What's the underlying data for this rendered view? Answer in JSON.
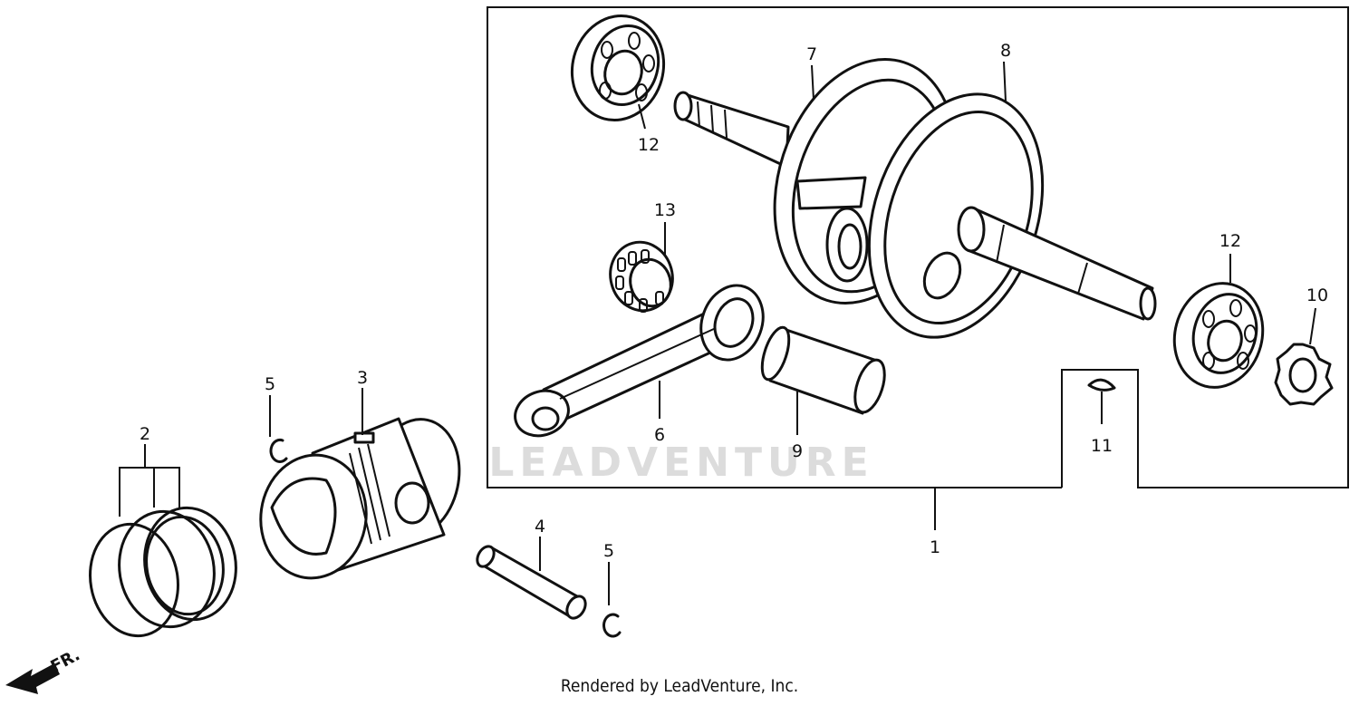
{
  "callouts": {
    "c1": "1",
    "c2": "2",
    "c3": "3",
    "c4": "4",
    "c5a": "5",
    "c5b": "5",
    "c6": "6",
    "c7": "7",
    "c8": "8",
    "c9": "9",
    "c10": "10",
    "c11": "11",
    "c12a": "12",
    "c12b": "12",
    "c13": "13"
  },
  "direction_label": "FR.",
  "watermark": "LEADVENTURE",
  "footer": "Rendered by LeadVenture, Inc."
}
